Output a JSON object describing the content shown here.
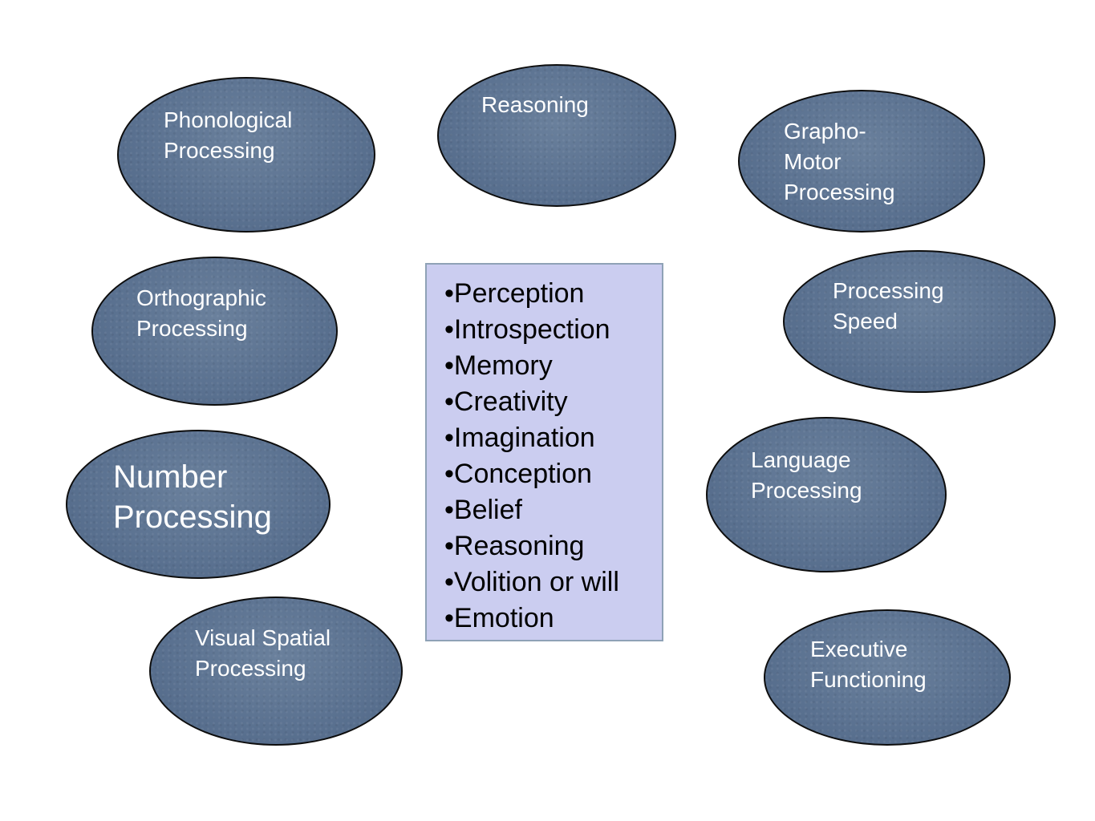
{
  "diagram": {
    "center": {
      "items": [
        "Perception",
        "Introspection",
        "Memory",
        "Creativity",
        "Imagination",
        "Conception",
        "Belief",
        "Reasoning",
        "Volition or will",
        "Emotion"
      ]
    },
    "nodes": {
      "phonological": "Phonological\nProcessing",
      "reasoning": "Reasoning",
      "grapho_motor": "Grapho-\nMotor\nProcessing",
      "orthographic": "Orthographic\nProcessing",
      "processing_speed": " Processing\nSpeed",
      "number": "Number\nProcessing",
      "language": "Language\nProcessing",
      "visual_spatial": "Visual Spatial\nProcessing",
      "executive": "Executive\nFunctioning"
    },
    "colors": {
      "ellipse_fill": "#5c7493",
      "ellipse_border": "#0d0d0d",
      "box_fill": "#cbcdf0",
      "box_border": "#8fa2b6",
      "node_text": "#ffffff"
    }
  }
}
